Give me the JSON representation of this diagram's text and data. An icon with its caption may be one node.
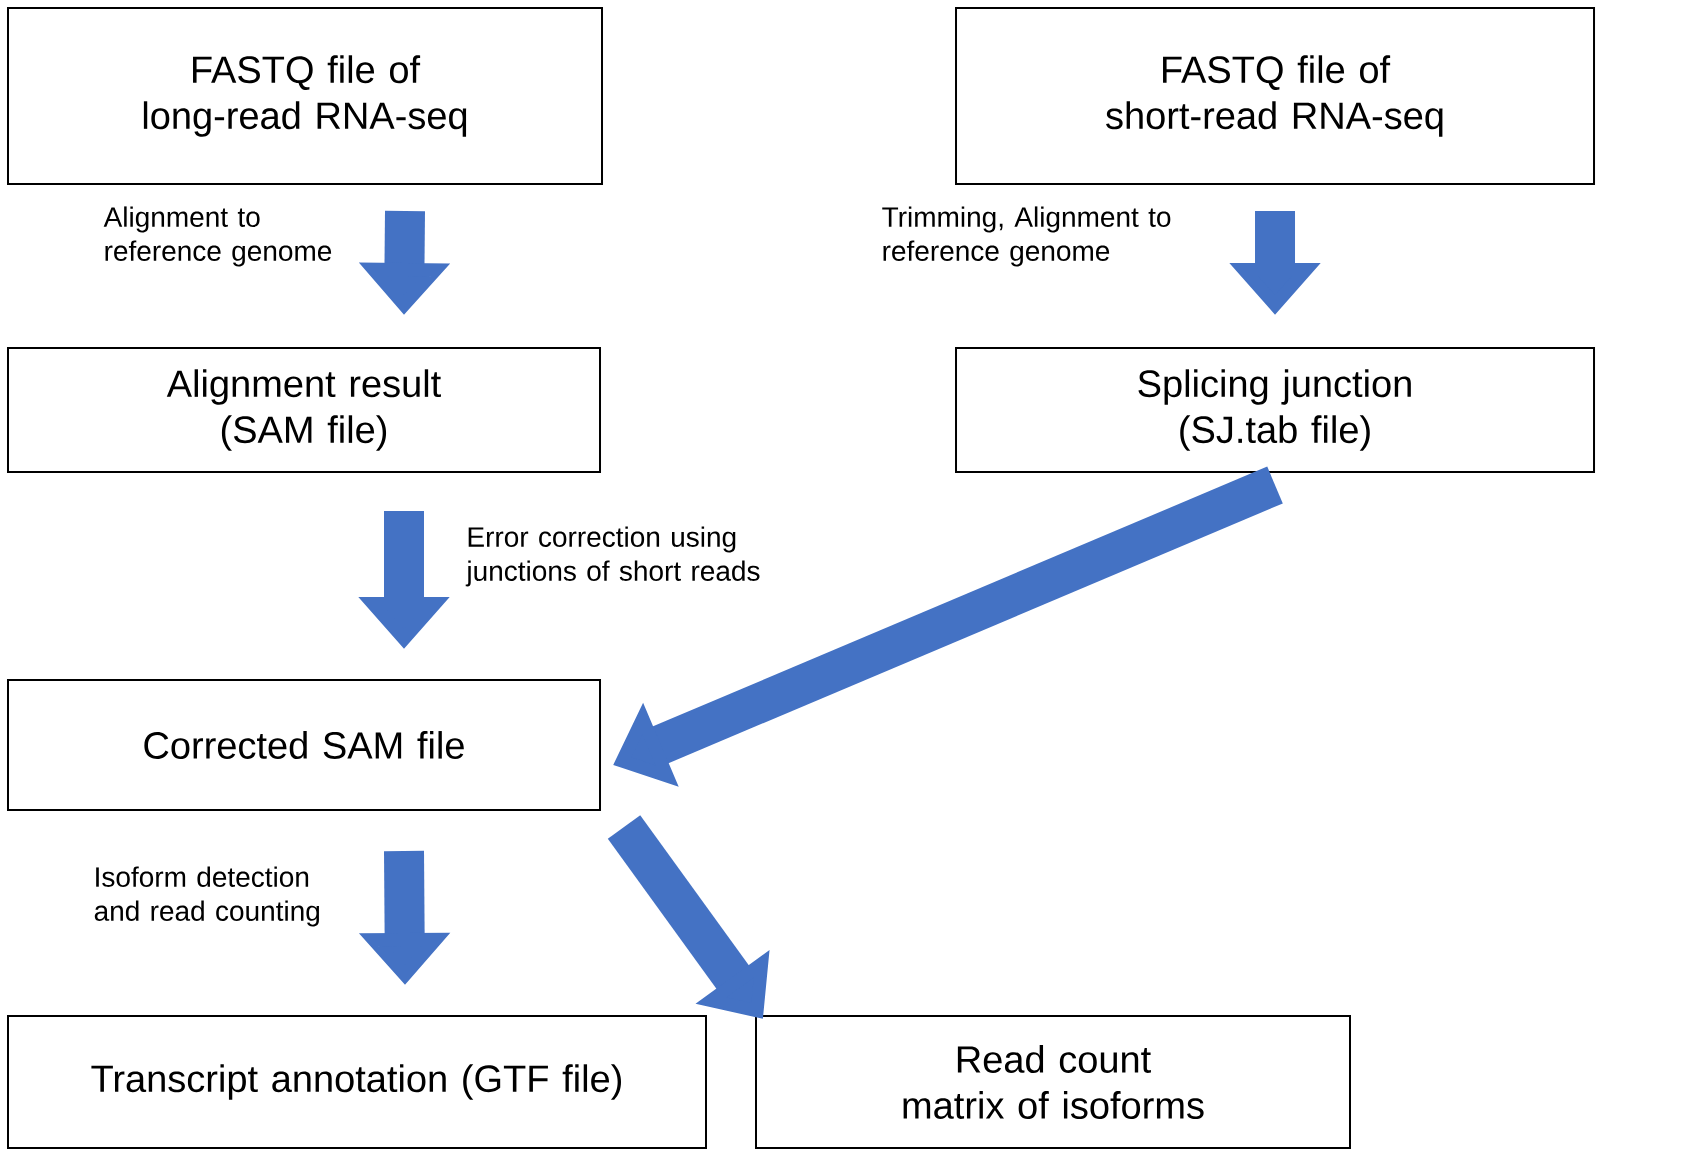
{
  "diagram": {
    "nodes": [
      {
        "text": [
          "FASTQ file of long-read RNA-seq"
        ]
      },
      {
        "text": [
          "FASTQ file of short-read RNA-seq"
        ]
      },
      {
        "text": [
          "Alignment result (SAM file)"
        ]
      },
      {
        "text": [
          "Splicing junction (SJ.tab file)"
        ]
      },
      {
        "text": [
          "Corrected SAM file"
        ]
      },
      {
        "text": [
          "Transcript annotation (GTF file)"
        ]
      },
      {
        "text": [
          "Read count matrix of isoforms"
        ]
      }
    ],
    "edges": [
      {
        "from": 0,
        "to": 2,
        "arrow": "to",
        "label": "Alignment to reference genome"
      },
      {
        "from": 1,
        "to": 3,
        "arrow": "to",
        "label": "Trimming, Alignment to reference genome"
      },
      {
        "from": 2,
        "to": 4,
        "arrow": "to",
        "label": "Error correction using junctions of short reads"
      },
      {
        "from": 3,
        "to": 4,
        "arrow": "to"
      },
      {
        "from": 4,
        "to": 5,
        "arrow": "to",
        "label": "Isoform detection and read counting"
      },
      {
        "from": 4,
        "to": 6,
        "arrow": "to"
      }
    ]
  }
}
